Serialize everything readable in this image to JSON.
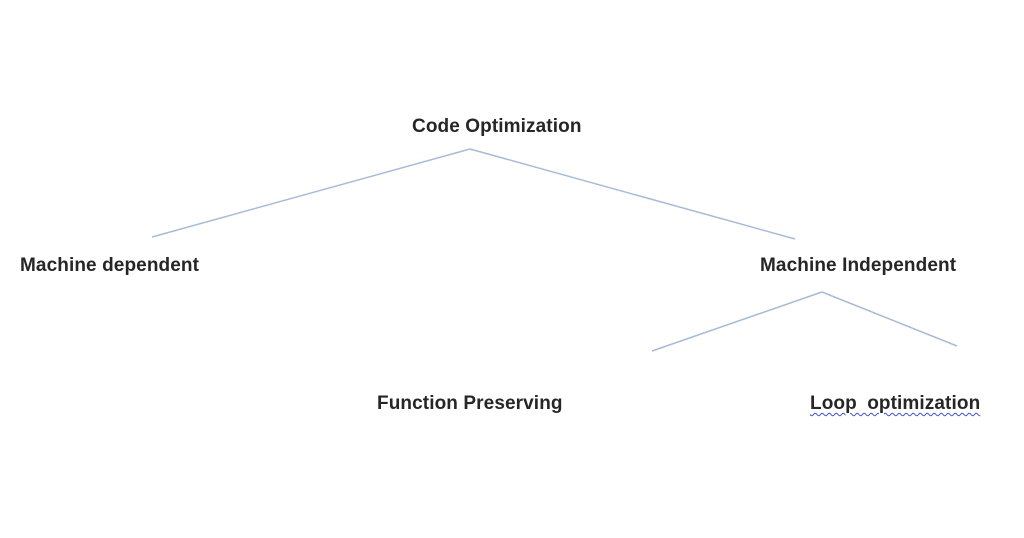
{
  "diagram": {
    "type": "tree",
    "nodes": {
      "root": {
        "label": "Code Optimization"
      },
      "machine_dependent": {
        "label": "Machine dependent"
      },
      "machine_independent": {
        "label": "Machine Independent"
      },
      "function_preserving": {
        "label": "Function Preserving"
      },
      "loop_optimization": {
        "label": "Loop  optimization",
        "underline": "wavy"
      }
    },
    "edges": [
      {
        "from": "Code Optimization",
        "to": "Machine dependent"
      },
      {
        "from": "Code Optimization",
        "to": "Machine Independent"
      },
      {
        "from": "Machine Independent",
        "to": "Function Preserving"
      },
      {
        "from": "Machine Independent",
        "to": "Loop optimization"
      }
    ],
    "colors": {
      "connector_line": "#a6bcd6",
      "text": "#262626",
      "squiggle_underline": "#3c52c8",
      "background": "#ffffff"
    }
  }
}
